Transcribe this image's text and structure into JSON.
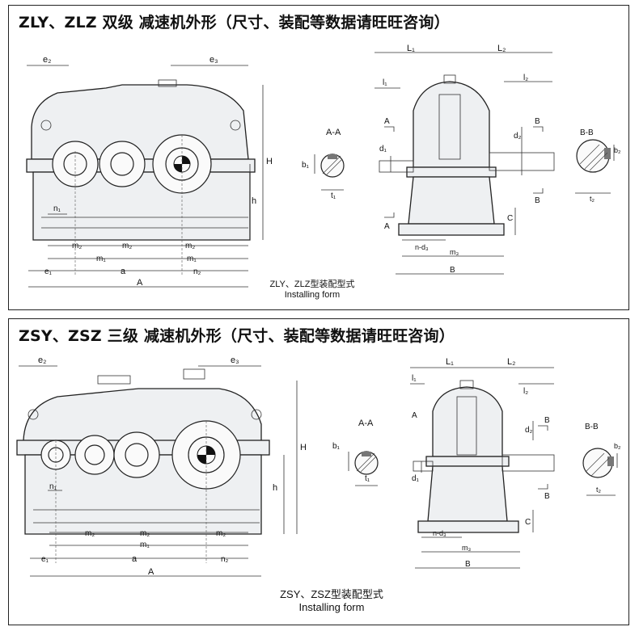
{
  "panels": {
    "top": {
      "title": "ZLY、ZLZ 双级 减速机外形（尺寸、装配等数据请旺旺咨询）",
      "caption_cn": "ZLY、ZLZ型装配型式",
      "caption_en": "Installing form",
      "labels": {
        "e2": "e₂",
        "e3": "e₃",
        "H": "H",
        "h": "h",
        "n1": "n₁",
        "m2": "m₂",
        "m1": "m₁",
        "e1": "e₁",
        "a": "a",
        "n2": "n₂",
        "A": "A",
        "L1": "L₁",
        "L2": "L₂",
        "l1": "l₁",
        "l2": "l₂",
        "d1": "d₁",
        "d2": "d₂",
        "b1": "b₁",
        "b2": "b₂",
        "t1": "t₁",
        "t2": "t₂",
        "C": "C",
        "nd3": "n-d₃",
        "m3": "m₃",
        "B": "B",
        "Aletter": "A",
        "Bletter": "B",
        "section_aa": "A-A",
        "section_bb": "B-B"
      }
    },
    "bottom": {
      "title": "ZSY、ZSZ 三级 减速机外形（尺寸、装配等数据请旺旺咨询）",
      "caption_cn": "ZSY、ZSZ型装配型式",
      "caption_en": "Installing form",
      "labels": {
        "e2": "e₂",
        "e3": "e₃",
        "H": "H",
        "h": "h",
        "n1": "n₁",
        "m2": "m₂",
        "m1": "m₁",
        "e1": "e₁",
        "a": "a",
        "n2": "n₂",
        "A": "A",
        "L1": "L₁",
        "L2": "L₂",
        "l1": "l₁",
        "l2": "l₂",
        "d1": "d₁",
        "d2": "d₂",
        "b1": "b₁",
        "b2": "b₂",
        "t1": "t₁",
        "t2": "t₂",
        "C": "C",
        "nd3": "n-d₃",
        "m3": "m₃",
        "B": "B",
        "Aletter": "A",
        "Bletter": "B",
        "section_aa": "A-A",
        "section_bb": "B-B"
      }
    }
  }
}
